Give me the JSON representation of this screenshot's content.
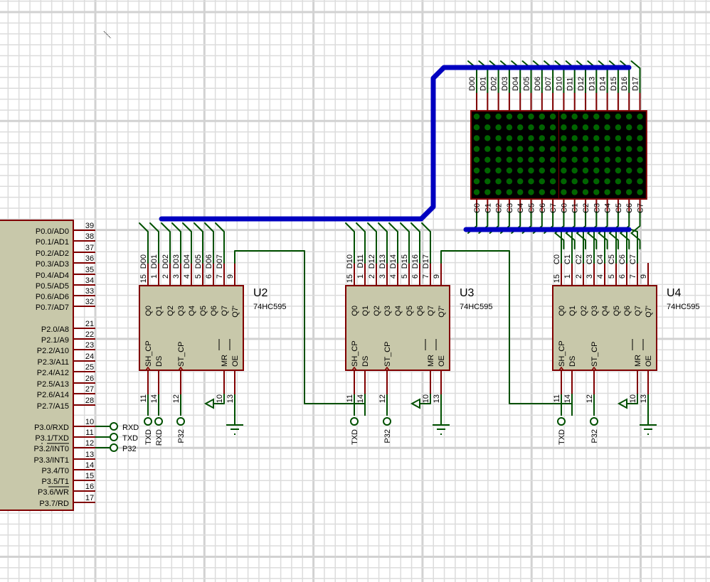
{
  "schematic": {
    "colors": {
      "background": "#ffffff",
      "grid_minor": "#dcdcdc",
      "grid_major": "#d2d2d2",
      "component_fill": "#c8c8aa",
      "component_border": "#800000",
      "pin": "#800000",
      "wire": "#005000",
      "bus": "#0000c0",
      "matrix_bg": "#000000",
      "led_off": "#006400"
    },
    "mcu": {
      "ports": [
        {
          "label": "P0.0/AD0",
          "pin": "39"
        },
        {
          "label": "P0.1/AD1",
          "pin": "38"
        },
        {
          "label": "P0.2/AD2",
          "pin": "37"
        },
        {
          "label": "P0.3/AD3",
          "pin": "36"
        },
        {
          "label": "P0.4/AD4",
          "pin": "35"
        },
        {
          "label": "P0.5/AD5",
          "pin": "34"
        },
        {
          "label": "P0.6/AD6",
          "pin": "33"
        },
        {
          "label": "P0.7/AD7",
          "pin": "32"
        },
        {
          "label": "P2.0/A8",
          "pin": "21"
        },
        {
          "label": "P2.1/A9",
          "pin": "22"
        },
        {
          "label": "P2.2/A10",
          "pin": "23"
        },
        {
          "label": "P2.3/A11",
          "pin": "24"
        },
        {
          "label": "P2.4/A12",
          "pin": "25"
        },
        {
          "label": "P2.5/A13",
          "pin": "26"
        },
        {
          "label": "P2.6/A14",
          "pin": "27"
        },
        {
          "label": "P2.7/A15",
          "pin": "28"
        },
        {
          "label": "P3.0/RXD",
          "pin": "10",
          "terminal": "RXD"
        },
        {
          "label": "P3.1/TXD",
          "pin": "11",
          "terminal": "TXD"
        },
        {
          "label": "P3.2/INT0",
          "pin": "12",
          "terminal": "P32"
        },
        {
          "label": "P3.3/INT1",
          "pin": "13"
        },
        {
          "label": "P3.4/T0",
          "pin": "14"
        },
        {
          "label": "P3.5/T1",
          "pin": "15"
        },
        {
          "label": "P3.6/WR",
          "pin": "16"
        },
        {
          "label": "P3.7/RD",
          "pin": "17"
        }
      ]
    },
    "shift_registers": [
      {
        "ref": "U2",
        "part": "74HC595",
        "out_nets": [
          "D00",
          "D01",
          "D02",
          "D03",
          "D04",
          "D05",
          "D06",
          "D07"
        ],
        "bottom_terminals": [
          "TXD",
          "RXD",
          "P32"
        ]
      },
      {
        "ref": "U3",
        "part": "74HC595",
        "out_nets": [
          "D10",
          "D11",
          "D12",
          "D13",
          "D14",
          "D15",
          "D16",
          "D17"
        ],
        "bottom_terminals": [
          "TXD",
          "P32"
        ]
      },
      {
        "ref": "U4",
        "part": "74HC595",
        "out_nets": [
          "C0",
          "C1",
          "C2",
          "C3",
          "C4",
          "C5",
          "C6",
          "C7"
        ],
        "bottom_terminals": [
          "TXD",
          "P32"
        ]
      }
    ],
    "chip_pins": {
      "top_numbers": [
        "15",
        "1",
        "2",
        "3",
        "4",
        "5",
        "6",
        "7",
        "9"
      ],
      "top_names": [
        "Q0",
        "Q1",
        "Q2",
        "Q3",
        "Q4",
        "Q5",
        "Q6",
        "Q7",
        "Q7'"
      ],
      "bottom_names": [
        "SH_CP",
        "DS",
        "ST_CP",
        "MR",
        "OE"
      ],
      "bottom_numbers": [
        "11",
        "14",
        "12",
        "10",
        "13"
      ]
    },
    "led_matrix": {
      "top_nets": [
        "D00",
        "D01",
        "D02",
        "D03",
        "D04",
        "D05",
        "D06",
        "D07",
        "D10",
        "D11",
        "D12",
        "D13",
        "D14",
        "D15",
        "D16",
        "D17"
      ],
      "bottom_nets": [
        "C0",
        "C1",
        "C2",
        "C3",
        "C4",
        "C5",
        "C6",
        "C7",
        "C0",
        "C1",
        "C2",
        "C3",
        "C4",
        "C5",
        "C6",
        "C7"
      ],
      "rows": 8,
      "cols": 16
    }
  }
}
